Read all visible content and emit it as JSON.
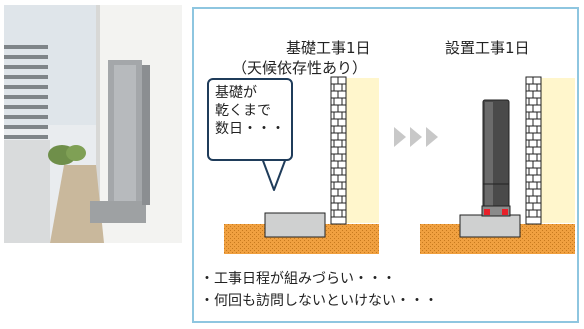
{
  "panel": {
    "left_title": "基礎工事1日",
    "left_subtitle": "（天候依存性あり）",
    "right_title": "設置工事1日",
    "bubble_lines": [
      "基礎が",
      "乾くまで",
      "数日・・・"
    ],
    "notes": [
      "・工事日程が組みづらい・・・",
      "・何回も訪問しないといけない・・・"
    ]
  },
  "colors": {
    "panel_border": "#8ec6e0",
    "wall_fill": "#fff6cc",
    "ground_fill": "#f0a040",
    "foundation_fill": "#cfd0d0",
    "unit_fill": "#4a4a4a",
    "arrow_fill": "#c8c8c8",
    "bracket_fill": "#e8202a",
    "bubble_border": "#1f3c5a"
  }
}
